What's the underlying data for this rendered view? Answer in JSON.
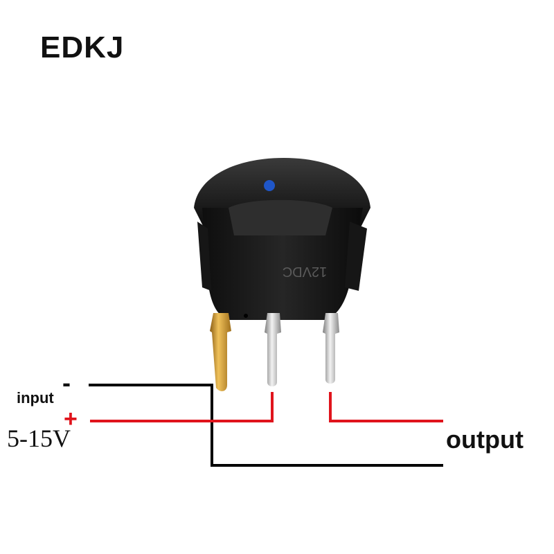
{
  "brand": "EDKJ",
  "switch_marking": "12VDC",
  "labels": {
    "input": "input",
    "negative": "-",
    "positive": "+",
    "voltage": "5-15V",
    "output": "output"
  },
  "colors": {
    "negative_wire": "#000000",
    "positive_wire": "#e0141c",
    "indicator_led": "#1f56c8",
    "switch_body": "#1a1a1a",
    "gold_terminal": "#d4a13a",
    "silver_terminal": "#c8c8c8"
  }
}
